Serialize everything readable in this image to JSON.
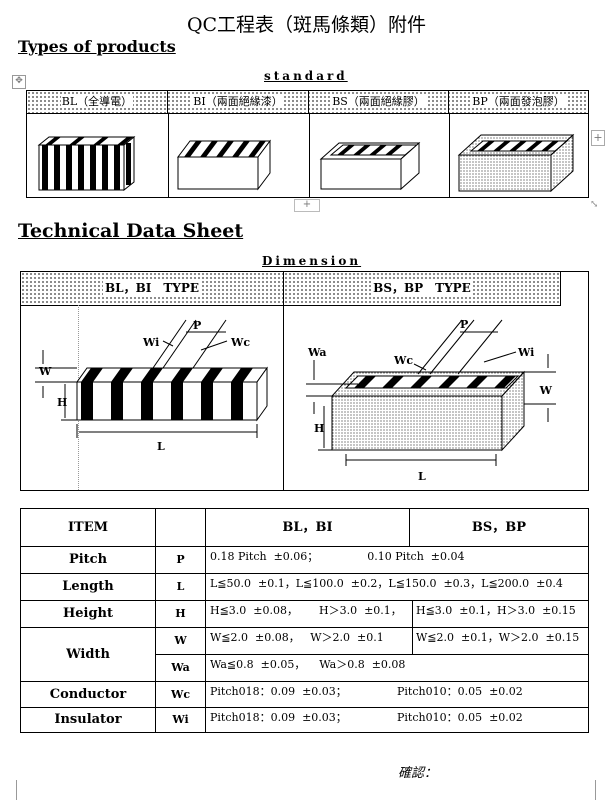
{
  "title": "QC工程表（斑馬條類）附件",
  "section_products": "Types of products",
  "standard_label": "standard",
  "product_types": [
    {
      "label": "BL（全導電）"
    },
    {
      "label": "BI（兩面絕緣漆）"
    },
    {
      "label": "BS（兩面絕緣膠）"
    },
    {
      "label": "BP（兩面發泡膠）"
    }
  ],
  "section_tech": "Technical Data Sheet",
  "dimension_label": "Dimension",
  "diagram_headers": {
    "left": "BL，BI　TYPE",
    "right": "BS，BP　TYPE"
  },
  "diagram_labels": {
    "left": {
      "p": "P",
      "wi": "Wi",
      "wc": "Wc",
      "w": "W",
      "h": "H",
      "l": "L"
    },
    "right": {
      "p": "P",
      "wa": "Wa",
      "wc": "Wc",
      "wi": "Wi",
      "w": "W",
      "h": "H",
      "l": "L"
    }
  },
  "table": {
    "head": {
      "item": "ITEM",
      "bl_bi": "BL，BI",
      "bs_bp": "BS，BP"
    },
    "rows": {
      "pitch": {
        "name": "Pitch",
        "sym": "P",
        "bl": "0.18 Pitch  ±0.06；              0.10 Pitch  ±0.04"
      },
      "length": {
        "name": "Length",
        "sym": "L",
        "bl": "L≦50.0  ±0.1，L≦100.0  ±0.2，L≦150.0  ±0.3，L≦200.0  ±0.4"
      },
      "height": {
        "name": "Height",
        "sym": "H",
        "bl": "H≦3.0  ±0.08，      H＞3.0  ±0.1，",
        "bs": "H≦3.0  ±0.1，H＞3.0  ±0.15"
      },
      "width": {
        "name": "Width",
        "sym_w": "W",
        "sym_wa": "Wa",
        "bl_w": "W≦2.0  ±0.08，   W＞2.0  ±0.1",
        "bs_w": "W≦2.0  ±0.1，W＞2.0  ±0.15",
        "wa": "Wa≦0.8  ±0.05，    Wa＞0.8  ±0.08"
      },
      "conductor": {
        "name": "Conductor",
        "sym": "Wc",
        "a": "Pitch018：0.09  ±0.03；",
        "b": "Pitch010：0.05  ±0.02"
      },
      "insulator": {
        "name": "Insulator",
        "sym": "Wi",
        "a": "Pitch018：0.09  ±0.03；",
        "b": "Pitch010：0.05  ±0.02"
      }
    }
  },
  "confirm_label": "確認："
}
